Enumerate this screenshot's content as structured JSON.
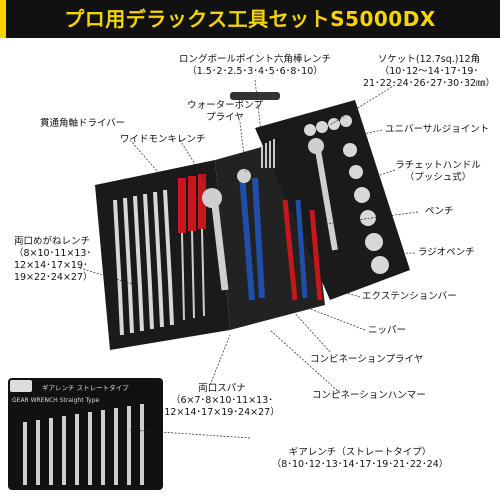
{
  "title": "プロ用デラックス工具セットS5000DX",
  "labels": {
    "hex_key": "ロングボールポイント六角棒レンチ",
    "hex_key_sizes": "（1.5･2･2.5･3･4･5･6･8･10）",
    "socket": "ソケット(12.7sq.)12角",
    "socket_sizes_1": "（10･12～14･17･19･",
    "socket_sizes_2": "21･22･24･26･27･30･32㎜）",
    "water_pump_1": "ウォーターポンプ",
    "water_pump_2": "プライヤ",
    "screwdriver": "貫通角軸ドライバー",
    "wide_wrench": "ワイドモンキレンチ",
    "universal_joint": "ユニバーサルジョイント",
    "ratchet_1": "ラチェットハンドル",
    "ratchet_2": "（プッシュ式）",
    "pliers": "ペンチ",
    "radio_pliers": "ラジオペンチ",
    "box_wrench_1": "両口めがねレンチ",
    "box_wrench_2": "（8×10･11×13･",
    "box_wrench_3": "12×14･17×19･",
    "box_wrench_4": "19×22･24×27）",
    "extension_bar": "エクステンションバー",
    "nipper": "ニッパー",
    "combination_pliers": "コンビネーションプライヤ",
    "combination_hammer": "コンビネーションハンマー",
    "spanner_1": "両口スパナ",
    "spanner_2": "（6×7･8×10･11×13･",
    "spanner_3": "12×14･17×19･24×27）",
    "gear_wrench_1": "ギアレンチ（ストレートタイプ）",
    "gear_wrench_2": "（8･10･12･13･14･17･19･21･22･24）"
  },
  "pouch_text": "GEAR WRENCH Straight Type",
  "pouch_text_jp": "ギアレンチ ストレートタイプ",
  "colors": {
    "banner": "#111111",
    "title": "#f5d400",
    "toolbox": "#1a1a1a",
    "red": "#c8161d",
    "blue": "#1f4fa8"
  }
}
